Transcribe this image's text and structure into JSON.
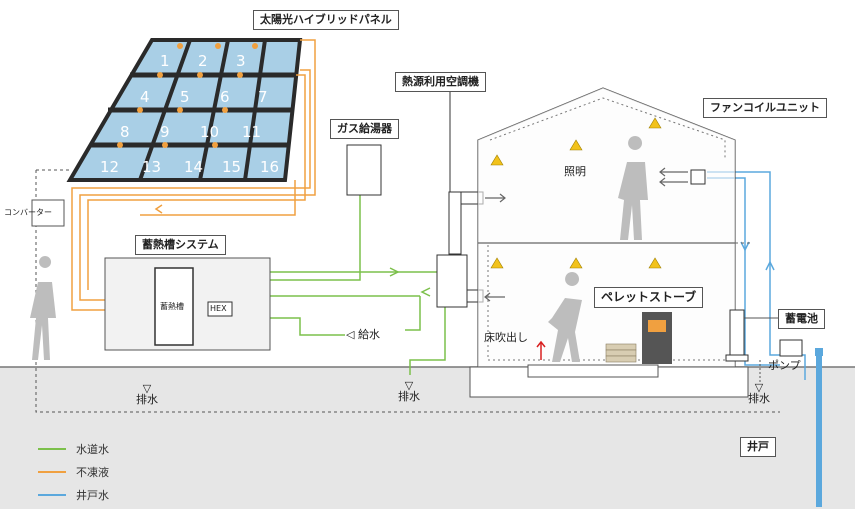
{
  "labels": {
    "solar_panel": "太陽光ハイブリッドパネル",
    "heat_pump_aircon": "熱源利用空調機",
    "gas_heater": "ガス給湯器",
    "fan_coil": "ファンコイルユニット",
    "storage_system": "蓄熱槽システム",
    "storage_tank": "蓄熱槽",
    "hex": "HEX",
    "converter": "コンバーター",
    "water_supply": "◁ 給水",
    "lighting": "照明",
    "pellet_stove": "ペレットストーブ",
    "floor_vent": "床吹出し",
    "battery": "蓄電池",
    "pump": "ポンプ",
    "well": "井戸",
    "drain": "排水"
  },
  "panel_numbers": [
    "1",
    "2",
    "3",
    "4",
    "5",
    "6",
    "7",
    "8",
    "9",
    "10",
    "11",
    "12",
    "13",
    "14",
    "15",
    "16"
  ],
  "legend": [
    {
      "label": "水道水",
      "color": "#7cc04b"
    },
    {
      "label": "不凍液",
      "color": "#f0a040"
    },
    {
      "label": "井戸水",
      "color": "#5ba8dd"
    }
  ],
  "colors": {
    "tap_water": "#7cc04b",
    "antifreeze": "#f0a040",
    "well_water": "#5ba8dd",
    "panel_fill": "#a9cfe6",
    "ground": "#e4e4e4",
    "warning": "#f2c21b"
  }
}
